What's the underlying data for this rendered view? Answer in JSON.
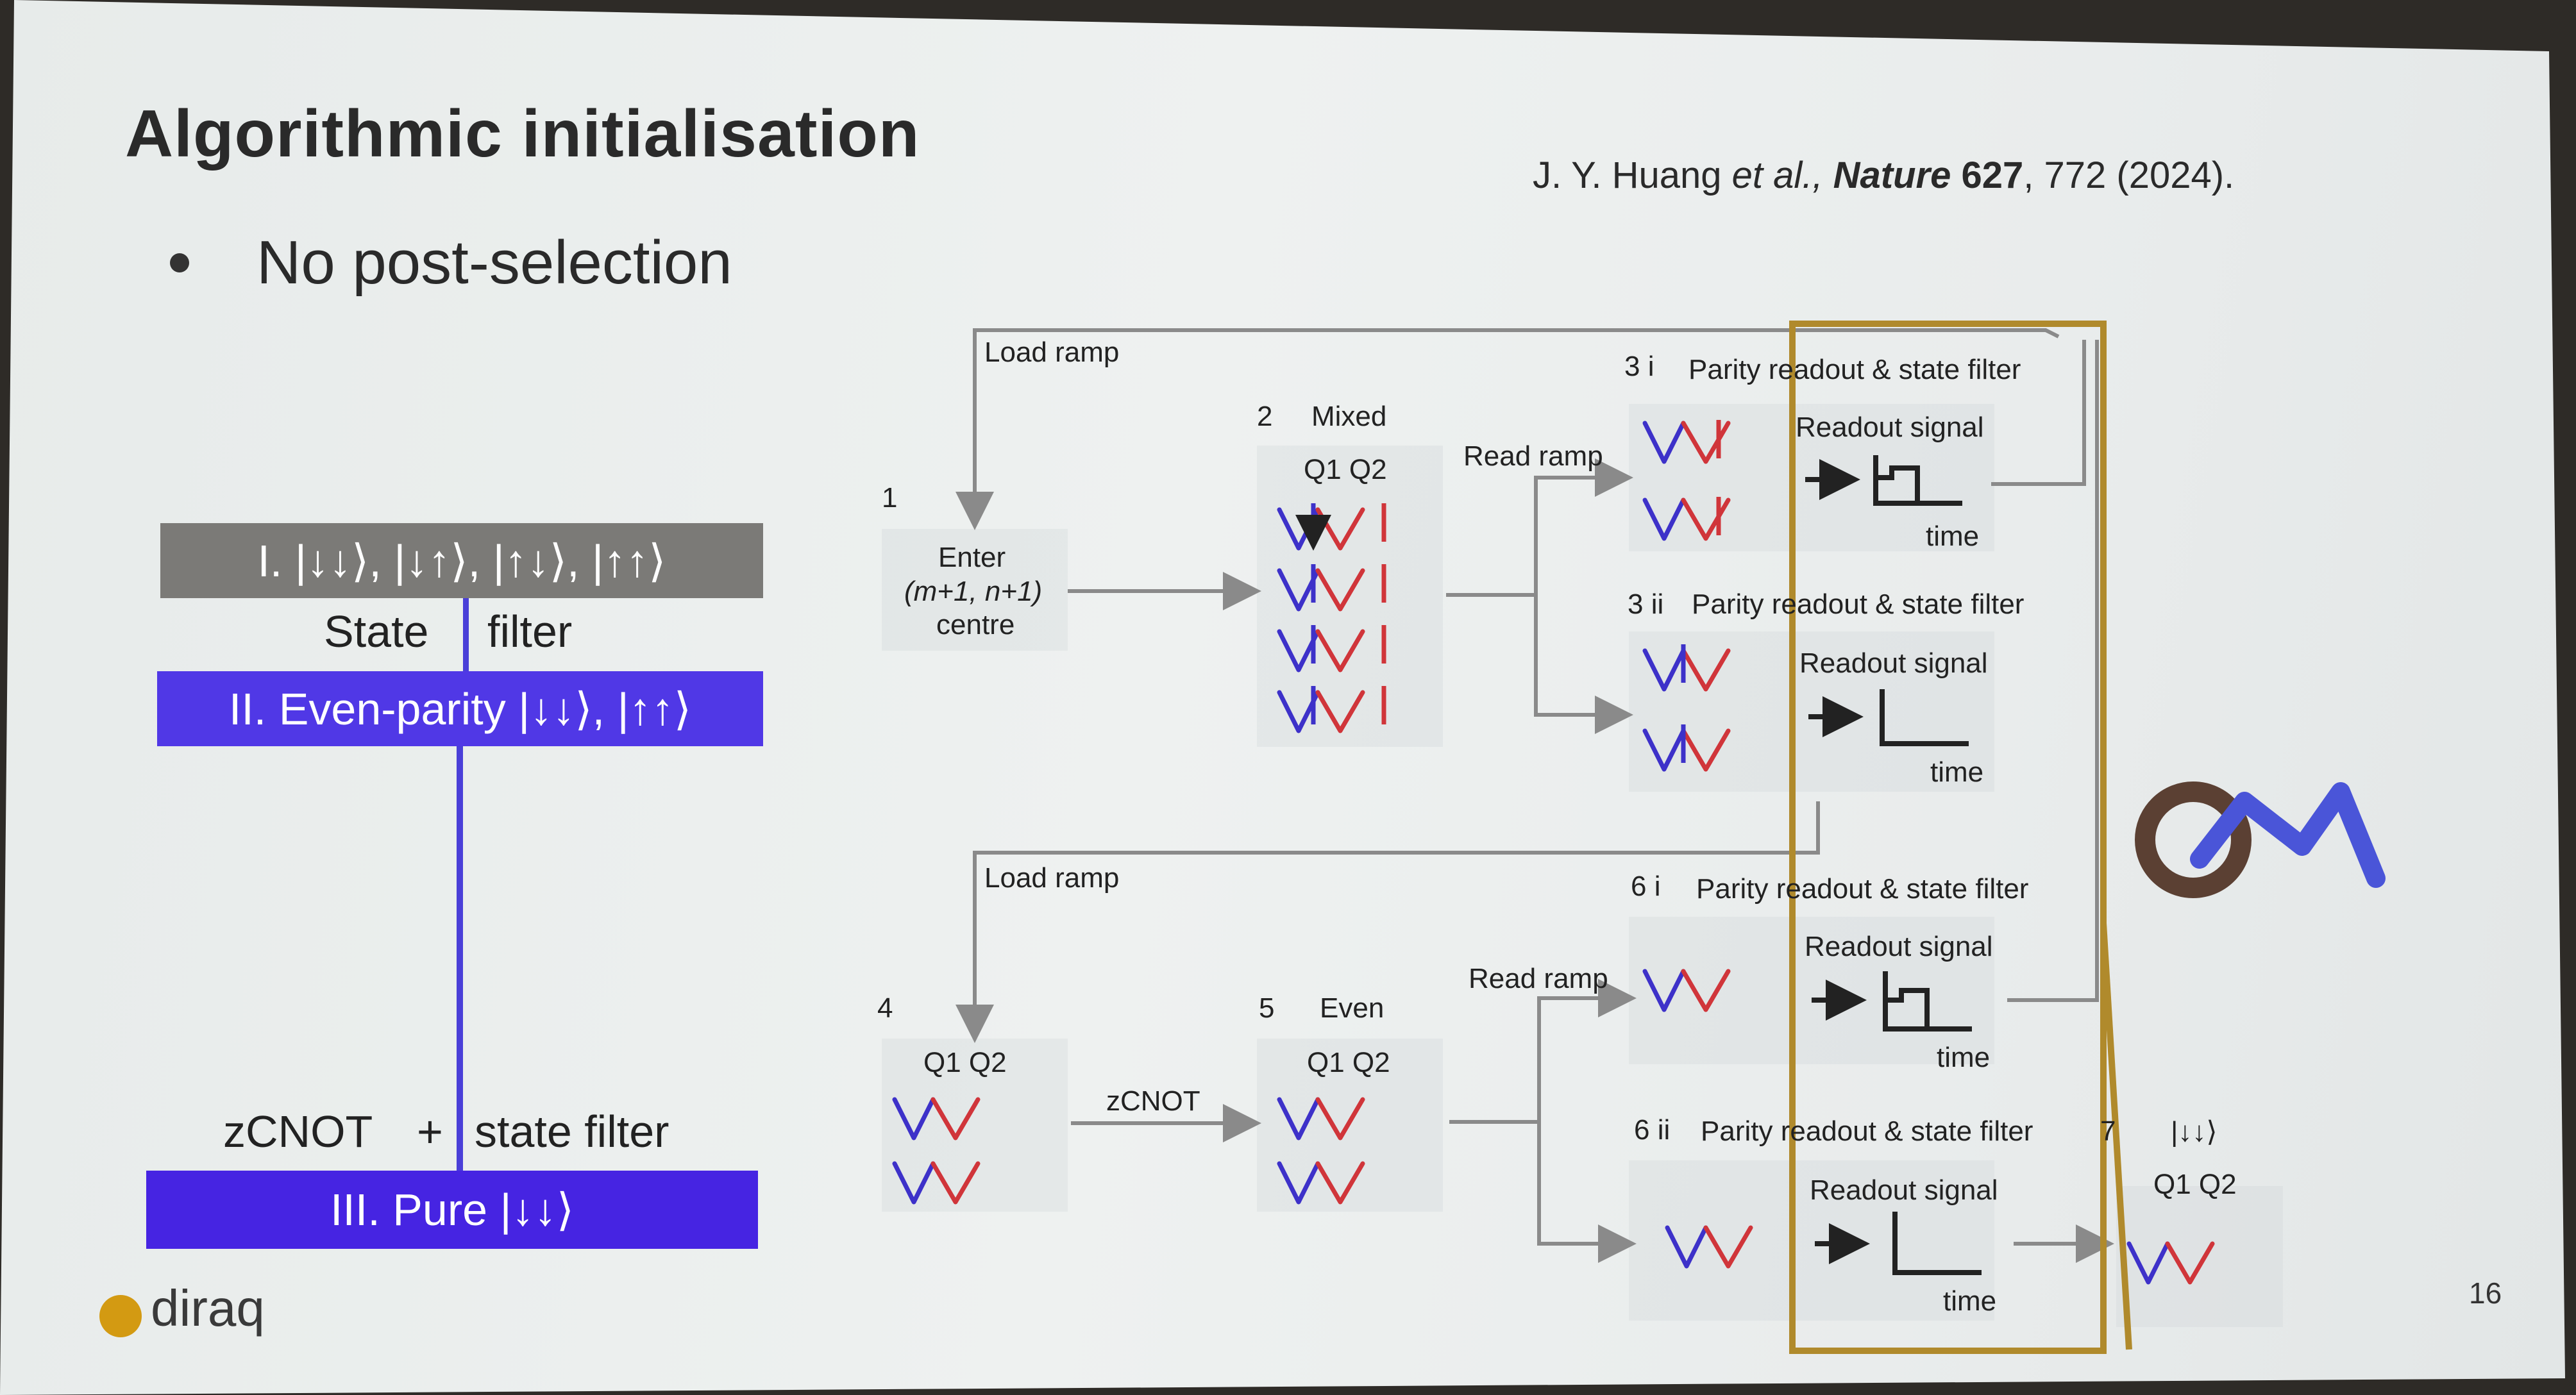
{
  "title": "Algorithmic initialisation",
  "citation": {
    "authors": "J. Y. Huang",
    "etal": "et al.,",
    "journal": "Nature",
    "volume": "627",
    "rest": ", 772 (2024)."
  },
  "bullet": "No post-selection",
  "left": {
    "box1": "I. |↓↓⟩, |↓↑⟩, |↑↓⟩, |↑↑⟩",
    "state": "State",
    "filter": "filter",
    "box2": "II. Even-parity |↓↓⟩, |↑↑⟩",
    "zcnot": "zCNOT",
    "plus": "+",
    "state_filter": "state filter",
    "box3": "III. Pure |↓↓⟩"
  },
  "logo": "diraq",
  "page_number": "16",
  "diagram": {
    "load_ramp": "Load ramp",
    "read_ramp": "Read ramp",
    "step1": "1",
    "enter_l1": "Enter",
    "enter_l2": "(m+1, n+1)",
    "enter_l3": "centre",
    "step2": "2",
    "mixed": "Mixed",
    "q1q2": "Q1  Q2",
    "step3i": "3 i",
    "step3ii": "3 ii",
    "step6i": "6 i",
    "step6ii": "6 ii",
    "parity": "Parity readout & state filter",
    "readout_signal": "Readout signal",
    "time": "time",
    "step4": "4",
    "step5": "5",
    "even": "Even",
    "zcnot": "zCNOT",
    "step7": "7",
    "final_state": "|↓↓⟩",
    "q1q2_compact": "Q1 Q2"
  },
  "colors": {
    "blue": "#3d31c9",
    "red": "#d0353a",
    "gold": "#b08a2c",
    "qm_brown": "#5b4033",
    "qm_blue": "#4a55d8"
  }
}
